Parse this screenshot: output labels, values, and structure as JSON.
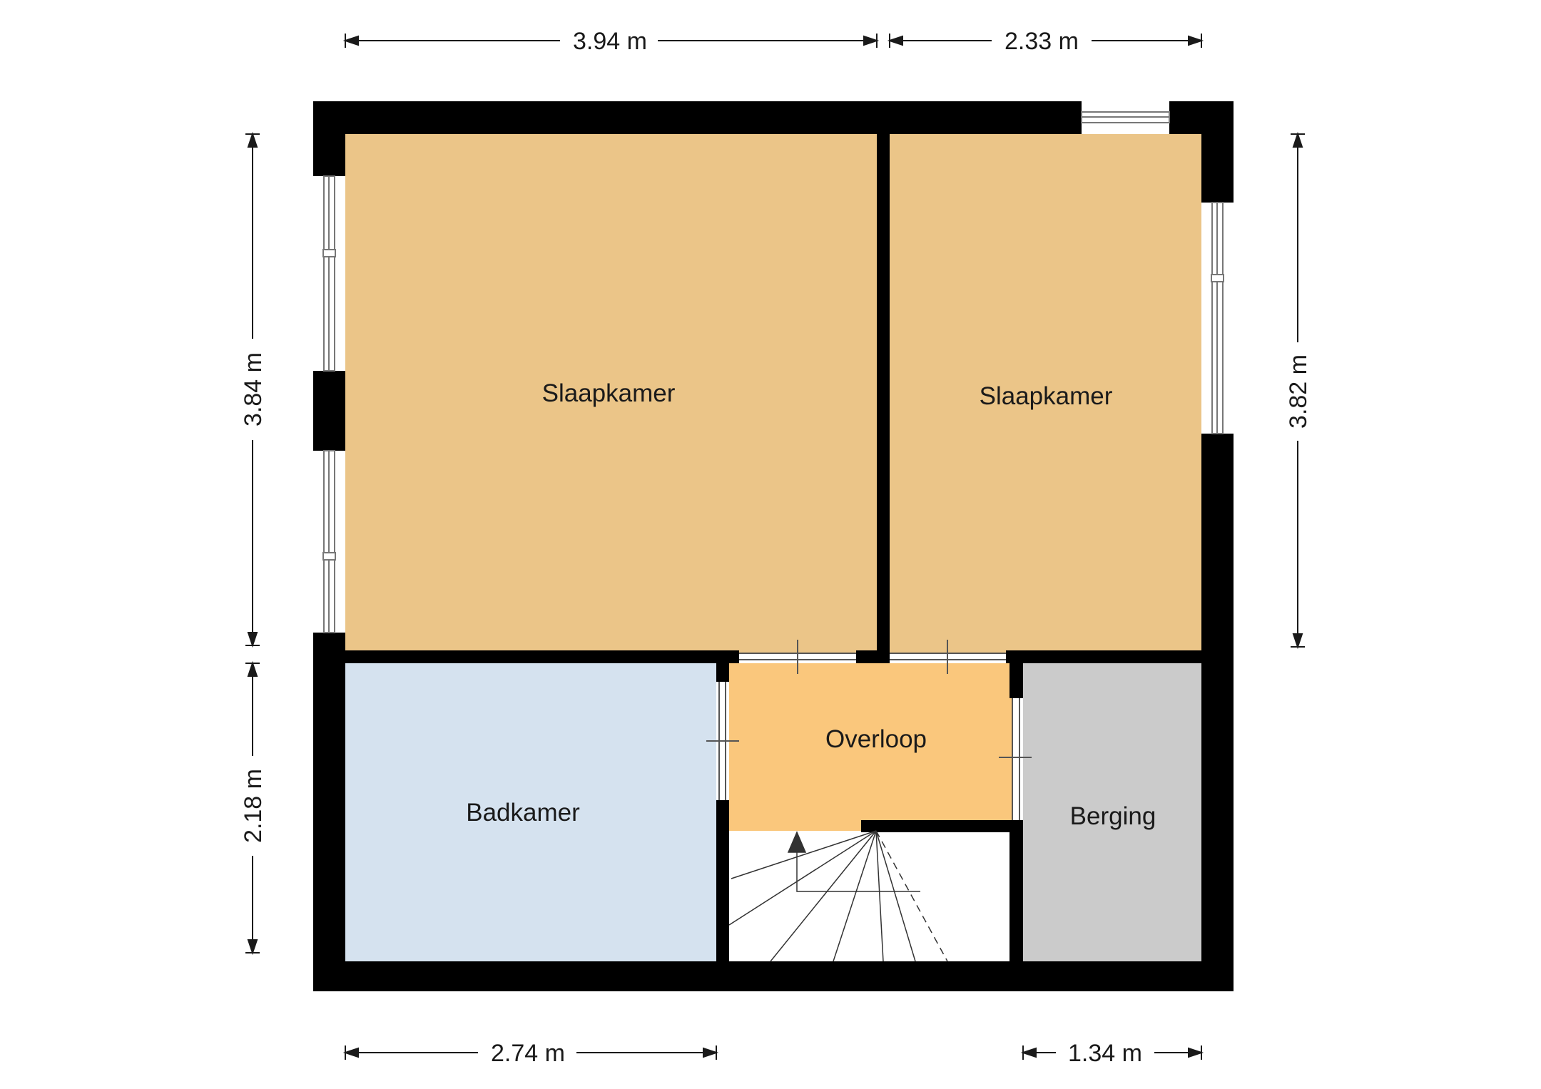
{
  "rooms": {
    "slaapkamer_1": {
      "label": "Slaapkamer",
      "color": "#EBC588"
    },
    "slaapkamer_2": {
      "label": "Slaapkamer",
      "color": "#EBC588"
    },
    "badkamer": {
      "label": "Badkamer",
      "color": "#D5E2EF"
    },
    "overloop": {
      "label": "Overloop",
      "color": "#FAC77C"
    },
    "berging": {
      "label": "Berging",
      "color": "#CBCBCB"
    }
  },
  "dimensions": {
    "top_left": "3.94 m",
    "top_right": "2.33 m",
    "bottom_left": "2.74 m",
    "bottom_right": "1.34 m",
    "left_upper": "3.84 m",
    "left_lower": "2.18 m",
    "right_upper": "3.82 m"
  },
  "colors": {
    "wall": "#000000",
    "stair_background": "#FFFFFF",
    "window_frame": "#888888"
  }
}
